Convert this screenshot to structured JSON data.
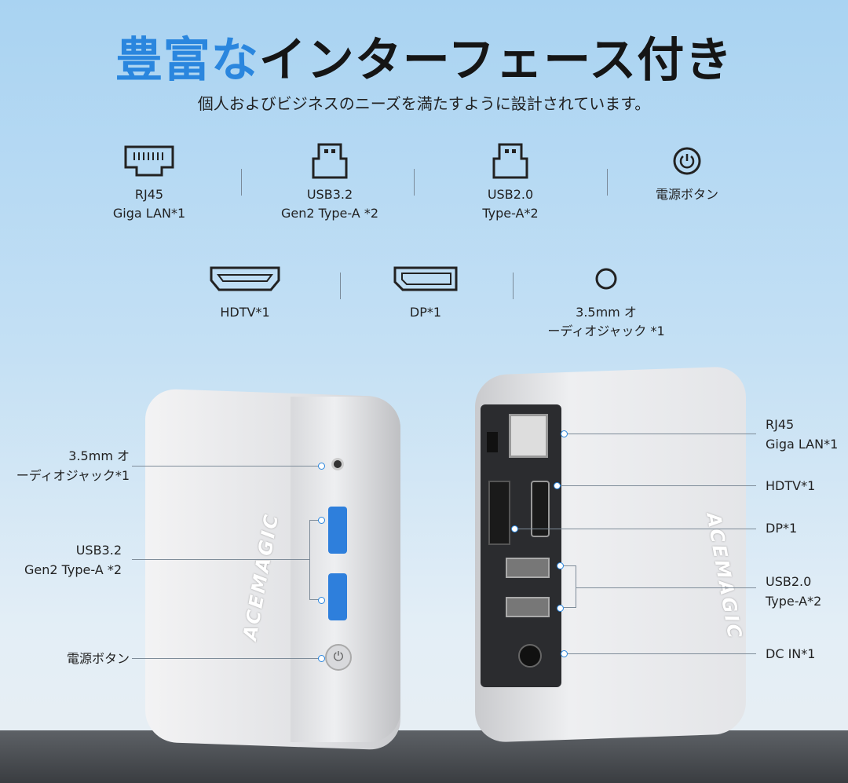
{
  "title": {
    "highlight": "豊富な",
    "rest": "インターフェース付き"
  },
  "subtitle": "個人およびビジネスのニーズを満たすように設計されています。",
  "features_row1": [
    {
      "icon": "ethernet-port-icon",
      "line1": "RJ45",
      "line2": "Giga LAN*1"
    },
    {
      "icon": "usb-port-icon",
      "line1": "USB3.2",
      "line2": "Gen2 Type-A *2"
    },
    {
      "icon": "usb-port-icon",
      "line1": "USB2.0",
      "line2": "Type-A*2"
    },
    {
      "icon": "power-button-icon",
      "line1": "電源ボタン",
      "line2": ""
    }
  ],
  "features_row2": [
    {
      "icon": "hdmi-port-icon",
      "line1": "HDTV*1",
      "line2": ""
    },
    {
      "icon": "displayport-icon",
      "line1": "DP*1",
      "line2": ""
    },
    {
      "icon": "audio-jack-icon",
      "line1": "3.5mm オ",
      "line2": "ーディオジャック *1"
    }
  ],
  "left_device": {
    "brand": "ACEMAGIC",
    "labels": {
      "audio1": "3.5mm オ",
      "audio2": "ーディオジャック*1",
      "usb1": "USB3.2",
      "usb2": "Gen2 Type-A *2",
      "power": "電源ボタン"
    }
  },
  "right_device": {
    "brand": "ACEMAGIC",
    "labels": {
      "rj1": "RJ45",
      "rj2": "Giga LAN*1",
      "hdtv": "HDTV*1",
      "dp": "DP*1",
      "usb1": "USB2.0",
      "usb2": "Type-A*2",
      "dc": "DC IN*1"
    }
  },
  "accent": "#2a86de"
}
